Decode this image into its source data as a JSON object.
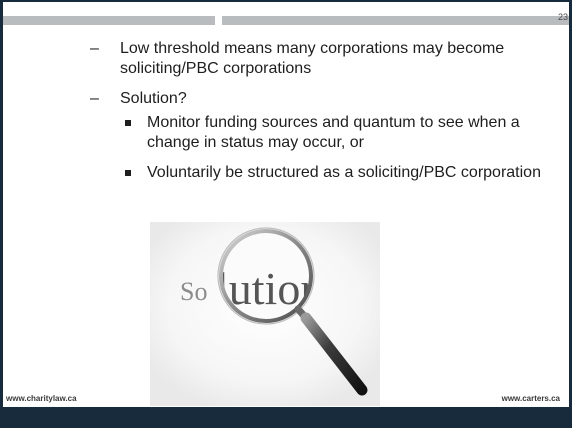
{
  "slide": {
    "page_number": "23",
    "items": [
      {
        "level": 1,
        "marker": "–",
        "text": "Low threshold means many corporations may become soliciting/PBC corporations"
      },
      {
        "level": 1,
        "marker": "–",
        "text": "Solution?"
      },
      {
        "level": 2,
        "marker": "square",
        "text": "Monitor funding sources and quantum to see when a change in status may occur, or"
      },
      {
        "level": 2,
        "marker": "square",
        "text": "Voluntarily be structured as a soliciting/PBC corporation"
      }
    ],
    "image_word": "Solution",
    "footer_left": "www.charitylaw.ca",
    "footer_right": "www.carters.ca"
  },
  "colors": {
    "frame": "#182b3d",
    "top_bar": "#b9bcbf",
    "text": "#1e1e1e"
  },
  "icons": {
    "illustration": "magnifying-glass-icon"
  }
}
